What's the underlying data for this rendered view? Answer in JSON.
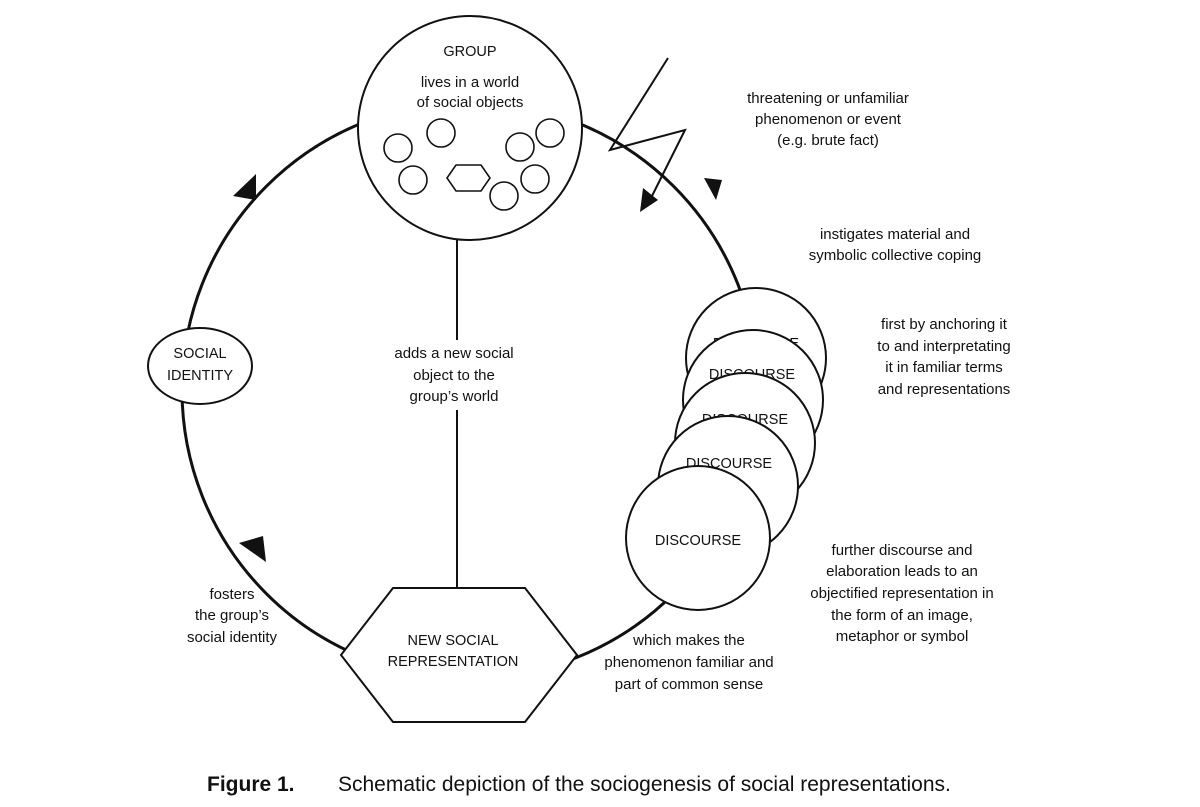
{
  "group": {
    "title": "GROUP",
    "text": [
      "lives in a world",
      "of social objects"
    ]
  },
  "social_identity": [
    "SOCIAL",
    "IDENTITY"
  ],
  "discourse_label": "DISCOURSE",
  "new_rep": [
    "NEW SOCIAL",
    "REPRESENTATION"
  ],
  "annotations": {
    "threat": [
      "threatening or unfamiliar",
      "phenomenon or event",
      "(e.g. brute fact)"
    ],
    "instigates": [
      "instigates material and",
      "symbolic collective coping"
    ],
    "anchoring": [
      "first by anchoring it",
      "to and interpretating",
      "it in familiar terms",
      "and representations"
    ],
    "further": [
      "further discourse and",
      "elaboration leads to an",
      "objectified representation in",
      "the form of an image,",
      "metaphor or symbol"
    ],
    "familiar": [
      "which makes the",
      "phenomenon familiar and",
      "part of common sense"
    ],
    "fosters": [
      "fosters",
      "the group’s",
      "social identity"
    ],
    "adds": [
      "adds a new social",
      "object to the",
      "group’s world"
    ]
  },
  "caption": {
    "number": "Figure 1.",
    "text": "Schematic depiction of the sociogenesis of social representations."
  }
}
